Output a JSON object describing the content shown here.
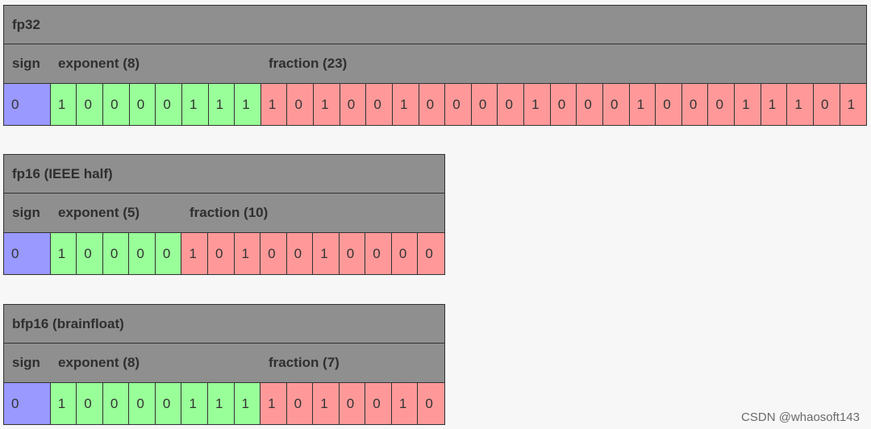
{
  "formats": [
    {
      "id": "fp32",
      "title": "fp32",
      "labels": {
        "sign": "sign",
        "exponent": "exponent (8)",
        "fraction": "fraction (23)"
      },
      "sign": "0",
      "exponent": [
        "1",
        "0",
        "0",
        "0",
        "0",
        "1",
        "1",
        "1"
      ],
      "fraction": [
        "1",
        "0",
        "1",
        "0",
        "0",
        "1",
        "0",
        "0",
        "0",
        "0",
        "1",
        "0",
        "0",
        "0",
        "1",
        "0",
        "0",
        "0",
        "1",
        "1",
        "1",
        "0",
        "1"
      ]
    },
    {
      "id": "fp16",
      "title": "fp16 (IEEE half)",
      "labels": {
        "sign": "sign",
        "exponent": "exponent (5)",
        "fraction": "fraction (10)"
      },
      "sign": "0",
      "exponent": [
        "1",
        "0",
        "0",
        "0",
        "0"
      ],
      "fraction": [
        "1",
        "0",
        "1",
        "0",
        "0",
        "1",
        "0",
        "0",
        "0",
        "0"
      ]
    },
    {
      "id": "bfp16",
      "title": "bfp16 (brainfloat)",
      "labels": {
        "sign": "sign",
        "exponent": "exponent (8)",
        "fraction": "fraction (7)"
      },
      "sign": "0",
      "exponent": [
        "1",
        "0",
        "0",
        "0",
        "0",
        "1",
        "1",
        "1"
      ],
      "fraction": [
        "1",
        "0",
        "1",
        "0",
        "0",
        "1",
        "0"
      ]
    }
  ],
  "colors": {
    "sign": "#9999ff",
    "exponent": "#99ff99",
    "fraction": "#ff9999",
    "header": "#8f8f8f"
  },
  "watermark": "CSDN @whaosoft143"
}
